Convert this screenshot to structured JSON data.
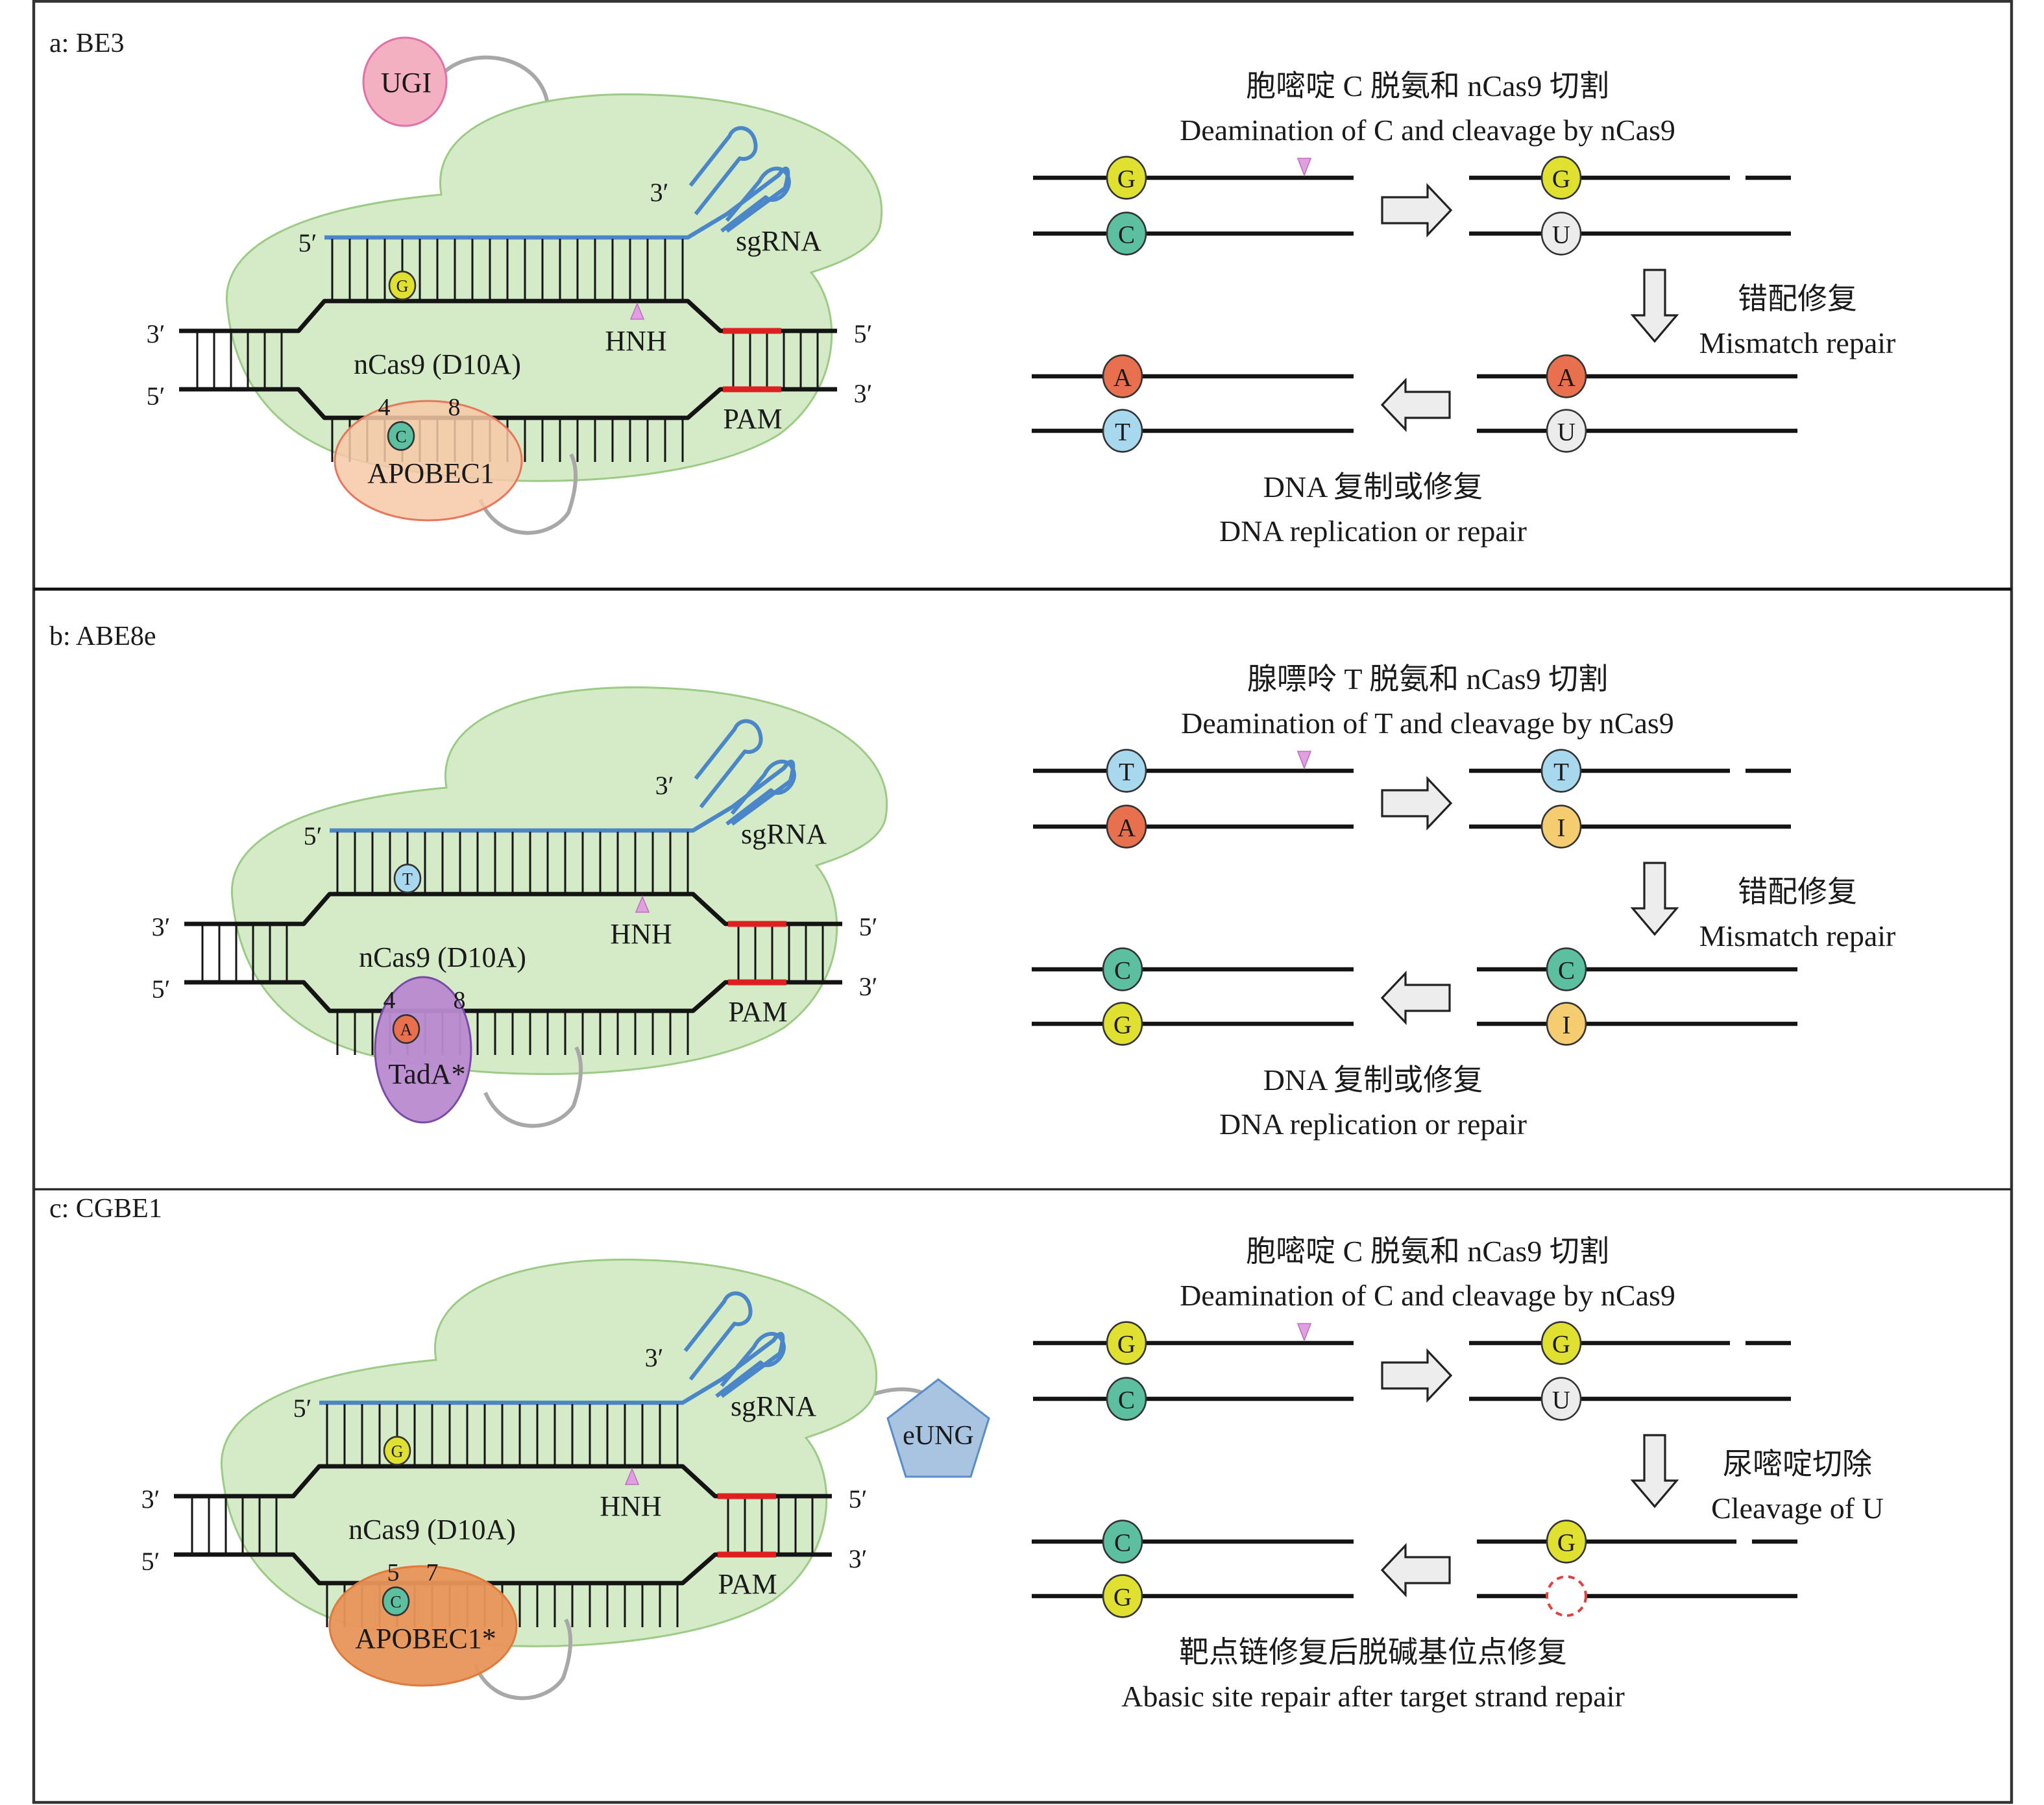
{
  "panels": [
    {
      "id": "a",
      "label": "a: BE3",
      "editor": {
        "protein": "nCas9 (D10A)",
        "guide": "sgRNA",
        "nuclease_domain": "HNH",
        "pam": "PAM",
        "deaminase": "APOBEC1",
        "deaminase_color": "#f7c9a8",
        "deaminase_stroke": "#e8765a",
        "fusion_extra": "UGI",
        "fusion_extra_color": "#f2b0c0",
        "fusion_extra_stroke": "#e070a8",
        "fusion_extra_shape": "ellipse-top",
        "guide_strand_base": "G",
        "target_base": "C",
        "window_start": "4",
        "window_end": "8",
        "end_labels": {
          "sg5": "5′",
          "sg3": "3′",
          "left_top": "3′",
          "left_bottom": "5′",
          "right_top": "5′",
          "right_bottom": "3′"
        }
      },
      "steps": {
        "step1_cn": "胞嘧啶 C 脱氨和 nCas9 切割",
        "step1_en": "Deamination of C and cleavage by nCas9",
        "step2_cn": "错配修复",
        "step2_en": "Mismatch repair",
        "step3_cn": "DNA 复制或修复",
        "step3_en": "DNA replication or repair"
      },
      "duplexes": {
        "start": {
          "top": "G",
          "bottom": "C",
          "nick": true
        },
        "nicked": {
          "top": "G",
          "bottom": "U",
          "gap": true
        },
        "repaired": {
          "top": "A",
          "bottom": "U",
          "gap": false
        },
        "final": {
          "top": "A",
          "bottom": "T",
          "gap": false
        }
      }
    },
    {
      "id": "b",
      "label": "b: ABE8e",
      "editor": {
        "protein": "nCas9 (D10A)",
        "guide": "sgRNA",
        "nuclease_domain": "HNH",
        "pam": "PAM",
        "deaminase": "TadA*",
        "deaminase_color": "#b98ad0",
        "deaminase_stroke": "#7a4aa8",
        "fusion_extra": "",
        "guide_strand_base": "T",
        "target_base": "A",
        "window_start": "4",
        "window_end": "8",
        "end_labels": {
          "sg5": "5′",
          "sg3": "3′",
          "left_top": "3′",
          "left_bottom": "5′",
          "right_top": "5′",
          "right_bottom": "3′"
        }
      },
      "steps": {
        "step1_cn": "腺嘌呤 T 脱氨和 nCas9 切割",
        "step1_en": "Deamination of T and cleavage by nCas9",
        "step2_cn": "错配修复",
        "step2_en": "Mismatch repair",
        "step3_cn": "DNA 复制或修复",
        "step3_en": "DNA replication or repair"
      },
      "duplexes": {
        "start": {
          "top": "T",
          "bottom": "A",
          "nick": true
        },
        "nicked": {
          "top": "T",
          "bottom": "I",
          "gap": true
        },
        "repaired": {
          "top": "C",
          "bottom": "I",
          "gap": false
        },
        "final": {
          "top": "C",
          "bottom": "G",
          "gap": false
        }
      }
    },
    {
      "id": "c",
      "label": "c: CGBE1",
      "editor": {
        "protein": "nCas9 (D10A)",
        "guide": "sgRNA",
        "nuclease_domain": "HNH",
        "pam": "PAM",
        "deaminase": "APOBEC1*",
        "deaminase_color": "#e8955a",
        "deaminase_stroke": "#e07a3a",
        "fusion_extra": "eUNG",
        "fusion_extra_color": "#a8c4e0",
        "fusion_extra_stroke": "#5a8cc8",
        "fusion_extra_shape": "pentagon-right",
        "guide_strand_base": "G",
        "target_base": "C",
        "window_start": "5",
        "window_end": "7",
        "end_labels": {
          "sg5": "5′",
          "sg3": "3′",
          "left_top": "3′",
          "left_bottom": "5′",
          "right_top": "5′",
          "right_bottom": "3′"
        }
      },
      "steps": {
        "step1_cn": "胞嘧啶 C 脱氨和 nCas9 切割",
        "step1_en": "Deamination of C and cleavage by nCas9",
        "step2_cn": "尿嘧啶切除",
        "step2_en": "Cleavage of U",
        "step3_cn": "靶点链修复后脱碱基位点修复",
        "step3_en": "Abasic site repair after target strand repair"
      },
      "duplexes": {
        "start": {
          "top": "G",
          "bottom": "C",
          "nick": true
        },
        "nicked": {
          "top": "G",
          "bottom": "U",
          "gap": true
        },
        "repaired": {
          "top": "G",
          "bottom": "",
          "gap": true,
          "abasic": true
        },
        "final": {
          "top": "C",
          "bottom": "G",
          "gap": false
        }
      }
    }
  ],
  "base_colors": {
    "A": "#e8704e",
    "C": "#5cc0a0",
    "G": "#dfe030",
    "T": "#a8d8ee",
    "U": "#ececec",
    "I": "#f5cc70"
  },
  "colors": {
    "protein_fill": "#d5ebc8",
    "protein_stroke": "#9ccb86",
    "sgRNA": "#4a86c8",
    "pam": "#e02020",
    "cut_marker": "#e0a0e0",
    "window_label": "#e82020",
    "linker": "#a8a8a8",
    "strand": "#141414",
    "abasic": "#e04040"
  }
}
